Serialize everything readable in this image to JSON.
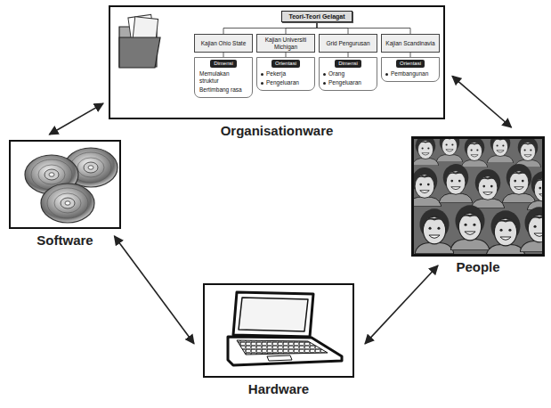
{
  "diagram": {
    "nodes": [
      {
        "text": [
          "Organisationware"
        ]
      },
      {
        "text": [
          "Teori-Teori Gelagat"
        ],
        "in": 0
      },
      {
        "text": [
          "Kajian Ohio State"
        ],
        "in": 0
      },
      {
        "text": [
          "Kajian Universiti Michigan"
        ],
        "in": 0
      },
      {
        "text": [
          "Grid Pengurusan"
        ],
        "in": 0
      },
      {
        "text": [
          "Kajian Scandinavia"
        ],
        "in": 0
      },
      {
        "text": [
          "Dimensi",
          "Memulakan struktur",
          "Bertimbang rasa"
        ],
        "in": 0
      },
      {
        "text": [
          "Orientasi",
          "Pekerja",
          "Pengeluaran"
        ],
        "in": 0
      },
      {
        "text": [
          "Dimensi",
          "Orang",
          "Pengeluaran"
        ],
        "in": 0
      },
      {
        "text": [
          "Orientasi",
          "Pembangunan"
        ],
        "in": 0
      },
      {
        "text": [
          "Software"
        ]
      },
      {
        "text": [
          "People"
        ]
      },
      {
        "text": [
          "Hardware"
        ]
      }
    ],
    "edges": [
      {
        "from": 1,
        "to": 2,
        "arrow": "none"
      },
      {
        "from": 1,
        "to": 3,
        "arrow": "none"
      },
      {
        "from": 1,
        "to": 4,
        "arrow": "none"
      },
      {
        "from": 1,
        "to": 5,
        "arrow": "none"
      },
      {
        "from": 2,
        "to": 6,
        "arrow": "none"
      },
      {
        "from": 3,
        "to": 7,
        "arrow": "none"
      },
      {
        "from": 4,
        "to": 8,
        "arrow": "none"
      },
      {
        "from": 5,
        "to": 9,
        "arrow": "none"
      },
      {
        "from": 10,
        "to": 0,
        "arrow": "both"
      },
      {
        "from": 0,
        "to": 11,
        "arrow": "both"
      },
      {
        "from": 10,
        "to": 12,
        "arrow": "both"
      },
      {
        "from": 12,
        "to": 11,
        "arrow": "both"
      }
    ]
  }
}
